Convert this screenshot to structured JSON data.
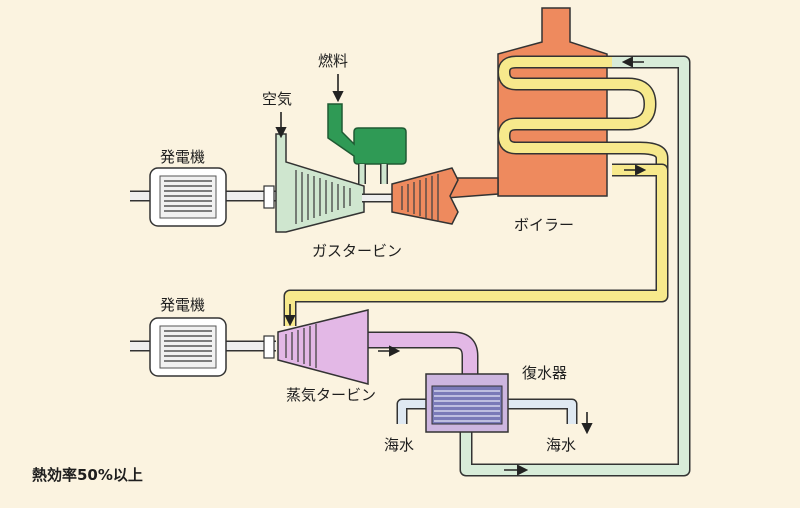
{
  "labels": {
    "fuel": "燃料",
    "air": "空気",
    "generator_top": "発電機",
    "gas_turbine": "ガスタービン",
    "boiler": "ボイラー",
    "generator_bottom": "発電機",
    "steam_turbine": "蒸気タービン",
    "condenser": "復水器",
    "seawater_in": "海水",
    "seawater_out": "海水",
    "efficiency": "熱効率50%以上"
  },
  "colors": {
    "background": "#fbf3e0",
    "boiler": "#ee8a5e",
    "gas_turbine_compressor": "#cfe6cf",
    "combustor": "#2f9a55",
    "steam_line": "#f7e98c",
    "steam_turbine": "#e3b8e6",
    "water_line": "#d8ecd9",
    "seawater_pipe": "#dfe9f2",
    "condenser": "#7a7ab8"
  }
}
